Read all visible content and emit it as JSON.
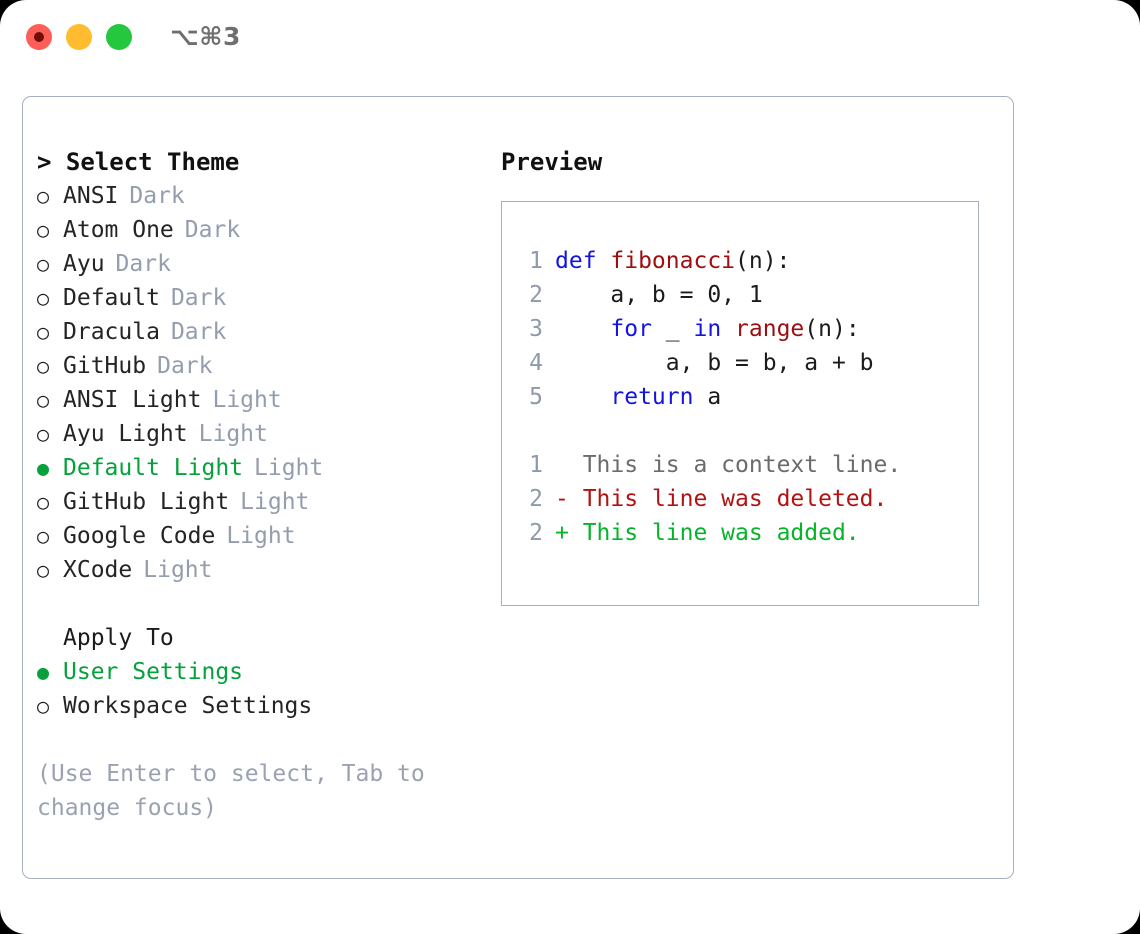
{
  "titlebar": {
    "shortcut": "⌥⌘3",
    "buttons": [
      "close",
      "minimize",
      "maximize"
    ]
  },
  "colors": {
    "accent_green": "#06a13c",
    "muted_gray": "#949dad",
    "border": "#a7b0c0",
    "keyword_blue": "#1414e0",
    "function_red": "#9c0e10",
    "diff_add_green": "#08b32c",
    "diff_del_red": "#b31212",
    "traffic_red": "#fd5f56",
    "traffic_yellow": "#febc2e",
    "traffic_green": "#25c73f"
  },
  "theme_panel": {
    "header": "> Select Theme",
    "items": [
      {
        "bullet": "○",
        "label": "ANSI",
        "tag": "Dark",
        "selected": false
      },
      {
        "bullet": "○",
        "label": "Atom One",
        "tag": "Dark",
        "selected": false
      },
      {
        "bullet": "○",
        "label": "Ayu",
        "tag": "Dark",
        "selected": false
      },
      {
        "bullet": "○",
        "label": "Default",
        "tag": "Dark",
        "selected": false
      },
      {
        "bullet": "○",
        "label": "Dracula",
        "tag": "Dark",
        "selected": false
      },
      {
        "bullet": "○",
        "label": "GitHub",
        "tag": "Dark",
        "selected": false
      },
      {
        "bullet": "○",
        "label": "ANSI Light",
        "tag": "Light",
        "selected": false
      },
      {
        "bullet": "○",
        "label": "Ayu Light",
        "tag": "Light",
        "selected": false
      },
      {
        "bullet": "●",
        "label": "Default Light",
        "tag": "Light",
        "selected": true
      },
      {
        "bullet": "○",
        "label": "GitHub Light",
        "tag": "Light",
        "selected": false
      },
      {
        "bullet": "○",
        "label": "Google Code",
        "tag": "Light",
        "selected": false
      },
      {
        "bullet": "○",
        "label": "XCode",
        "tag": "Light",
        "selected": false
      }
    ]
  },
  "apply_to": {
    "header": "Apply To",
    "items": [
      {
        "bullet": "●",
        "label": "User Settings",
        "selected": true
      },
      {
        "bullet": "○",
        "label": "Workspace Settings",
        "selected": false
      }
    ]
  },
  "hint": "(Use Enter to select, Tab to change focus)",
  "preview": {
    "title": "Preview",
    "code_lines": [
      {
        "num": "1",
        "tokens": [
          {
            "t": "def ",
            "c": "k"
          },
          {
            "t": "fibonacci",
            "c": "fn"
          },
          {
            "t": "(n):",
            "c": "pl"
          }
        ]
      },
      {
        "num": "2",
        "tokens": [
          {
            "t": "    a, b = 0, 1",
            "c": "pl"
          }
        ]
      },
      {
        "num": "3",
        "tokens": [
          {
            "t": "    ",
            "c": "pl"
          },
          {
            "t": "for",
            "c": "k"
          },
          {
            "t": " _ ",
            "c": "pl"
          },
          {
            "t": "in",
            "c": "k"
          },
          {
            "t": " ",
            "c": "pl"
          },
          {
            "t": "range",
            "c": "fn"
          },
          {
            "t": "(n):",
            "c": "pl"
          }
        ]
      },
      {
        "num": "4",
        "tokens": [
          {
            "t": "        a, b = b, a + b",
            "c": "pl"
          }
        ]
      },
      {
        "num": "5",
        "tokens": [
          {
            "t": "    ",
            "c": "pl"
          },
          {
            "t": "return",
            "c": "k"
          },
          {
            "t": " a",
            "c": "pl"
          }
        ]
      }
    ],
    "diff_lines": [
      {
        "num": "1",
        "marker": "  ",
        "text": "This is a context line.",
        "kind": "context"
      },
      {
        "num": "2",
        "marker": "- ",
        "text": "This line was deleted.",
        "kind": "del"
      },
      {
        "num": "2",
        "marker": "+ ",
        "text": "This line was added.",
        "kind": "add"
      }
    ]
  }
}
